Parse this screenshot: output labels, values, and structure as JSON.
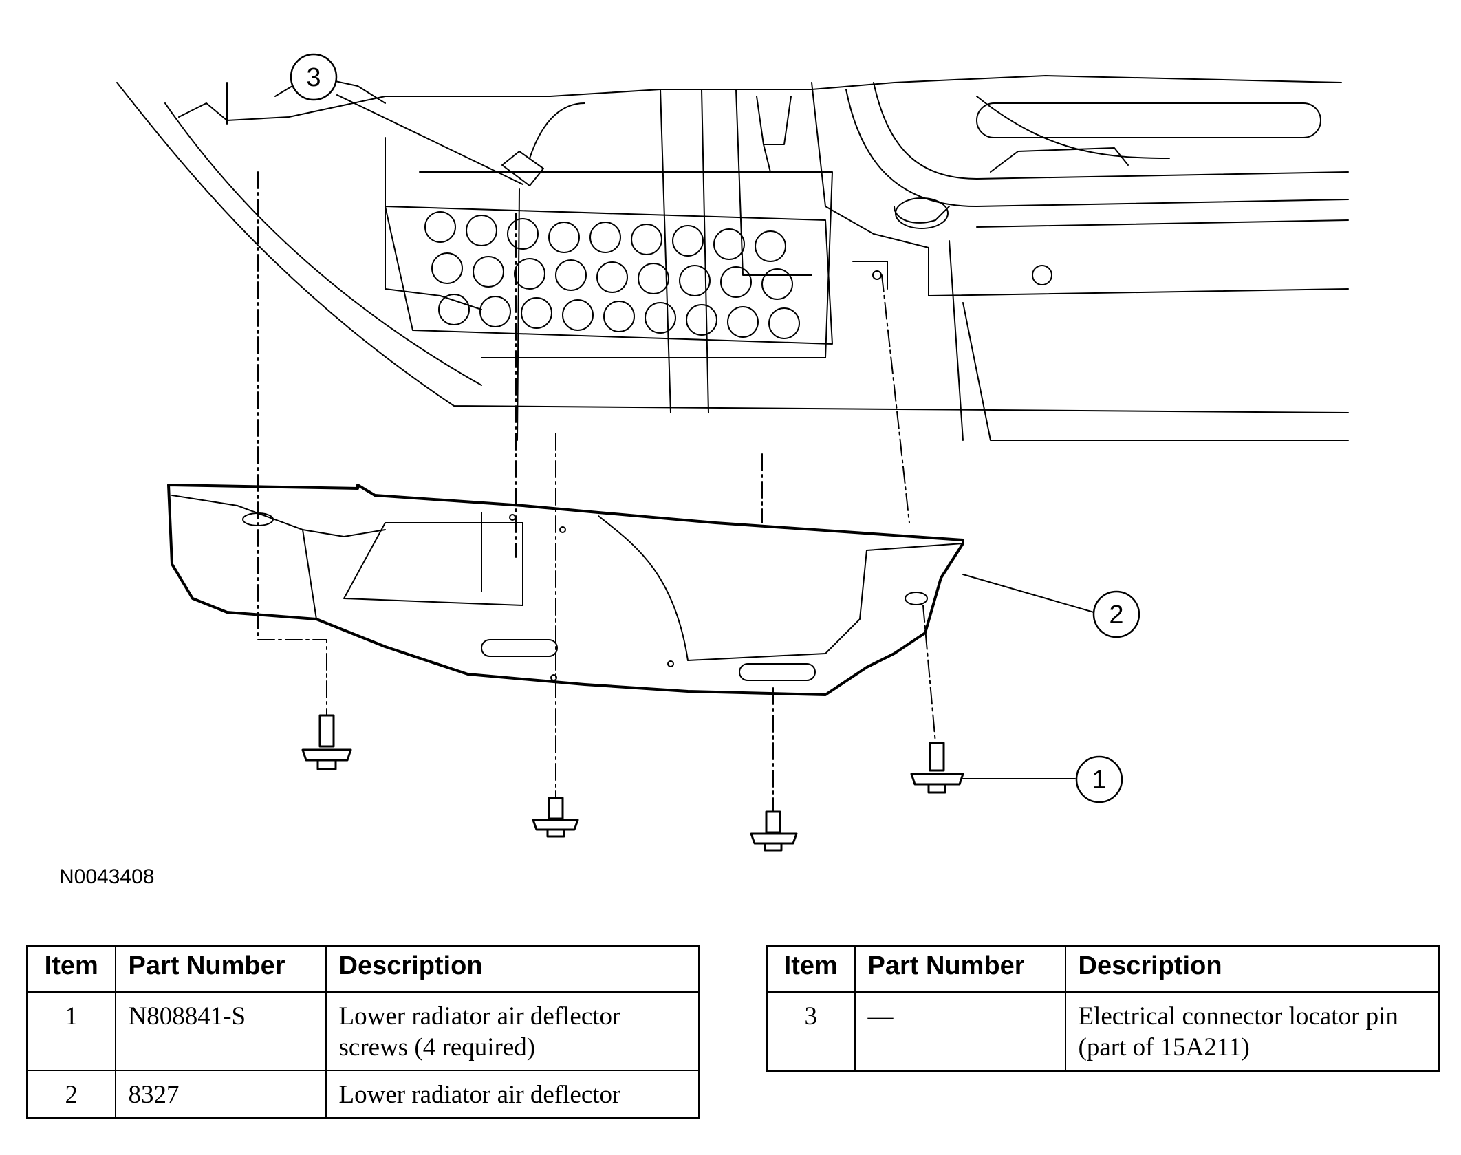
{
  "figure": {
    "id": "N0043408",
    "callouts": [
      {
        "number": "1"
      },
      {
        "number": "2"
      },
      {
        "number": "3"
      }
    ]
  },
  "tables": [
    {
      "headers": {
        "item": "Item",
        "part_number": "Part Number",
        "description": "Description"
      },
      "rows": [
        {
          "item": "1",
          "part_number": "N808841-S",
          "description": "Lower radiator air deflector screws (4 required)"
        },
        {
          "item": "2",
          "part_number": "8327",
          "description": "Lower radiator air deflector"
        }
      ]
    },
    {
      "headers": {
        "item": "Item",
        "part_number": "Part Number",
        "description": "Description"
      },
      "rows": [
        {
          "item": "3",
          "part_number": "—",
          "description": "Electrical connector locator pin (part of 15A211)"
        }
      ]
    }
  ]
}
